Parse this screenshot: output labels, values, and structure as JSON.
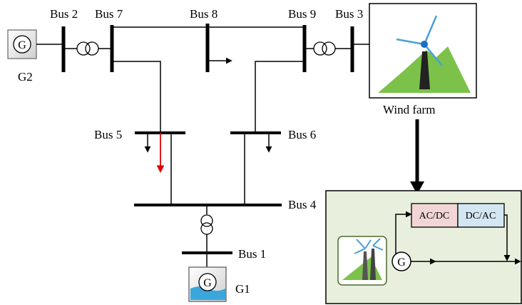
{
  "labels": {
    "bus2": "Bus 2",
    "bus7": "Bus 7",
    "bus8": "Bus 8",
    "bus9": "Bus 9",
    "bus3": "Bus 3",
    "bus5": "Bus 5",
    "bus6": "Bus 6",
    "bus4": "Bus 4",
    "bus1": "Bus 1",
    "g2": "G2",
    "g1": "G1",
    "wind_farm": "Wind farm"
  },
  "generator_symbol": "G",
  "converter": {
    "acdc": "AC/DC",
    "dcac": "DC/AC"
  },
  "colors": {
    "line": "#000000",
    "highlight_load": "#e00000",
    "inset_bg": "#e8f0dd",
    "acdc_fill": "#f2d6d6",
    "dcac_fill": "#d5e6f3",
    "hill": "#7cc24a",
    "water": "#3aa6dc"
  }
}
